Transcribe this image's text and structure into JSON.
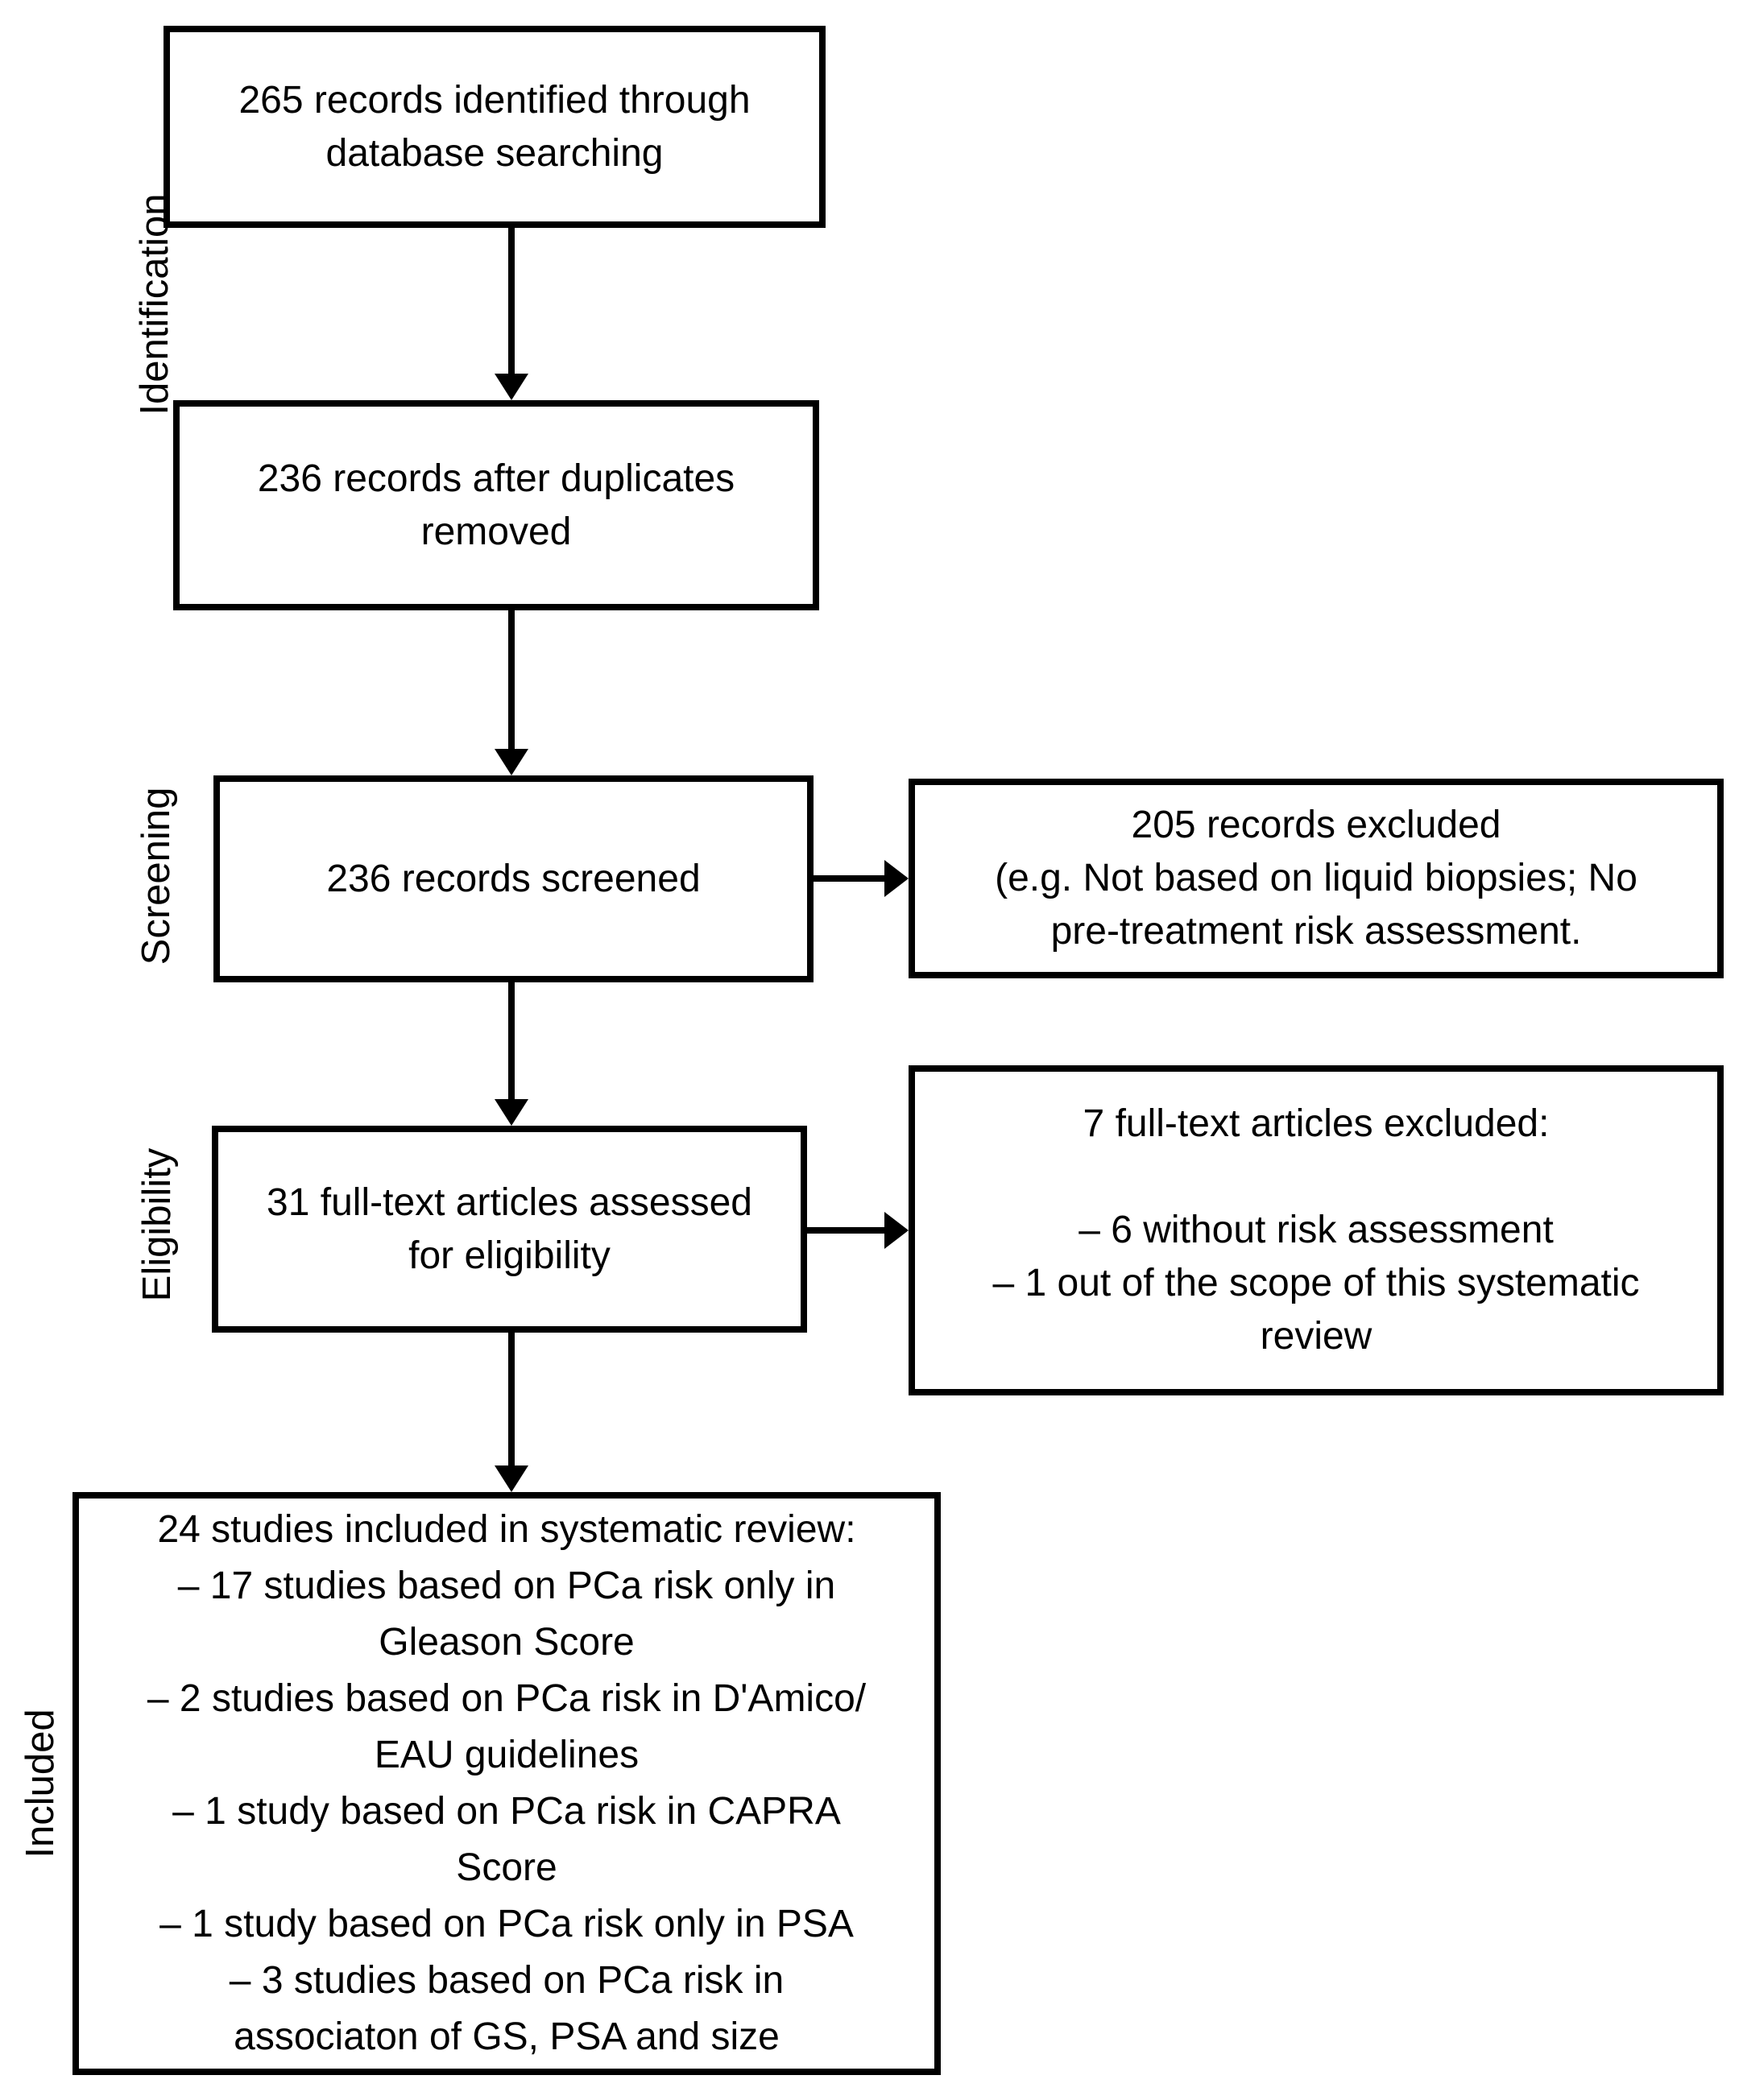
{
  "diagram": {
    "stages": [
      {
        "label": "Identification"
      },
      {
        "label": "Screening"
      },
      {
        "label": "Eligibility"
      },
      {
        "label": "Included"
      }
    ],
    "boxes": {
      "identified": "265 records identified through\ndatabase searching",
      "deduplicated": "236 records after duplicates\nremoved",
      "screened": "236 records screened",
      "records_excluded": "205 records excluded\n(e.g. Not based on liquid biopsies; No\npre-treatment risk assessment.",
      "fulltext_assessed": "31 full-text articles assessed\nfor eligibility",
      "fulltext_excluded": "7 full-text articles excluded:\n\n– 6 without risk assessment\n– 1 out of the scope of this systematic\nreview",
      "included_studies": "24 studies included in systematic review:\n– 17 studies based on PCa risk only in\nGleason Score\n– 2 studies based on PCa risk in D'Amico/\nEAU guidelines\n– 1 study based on PCa risk in CAPRA\nScore\n– 1 study based on PCa risk only in PSA\n– 3 studies based on PCa risk in\nassociaton of GS, PSA and size"
    },
    "colors": {
      "line": "#000000",
      "background": "#ffffff"
    }
  }
}
